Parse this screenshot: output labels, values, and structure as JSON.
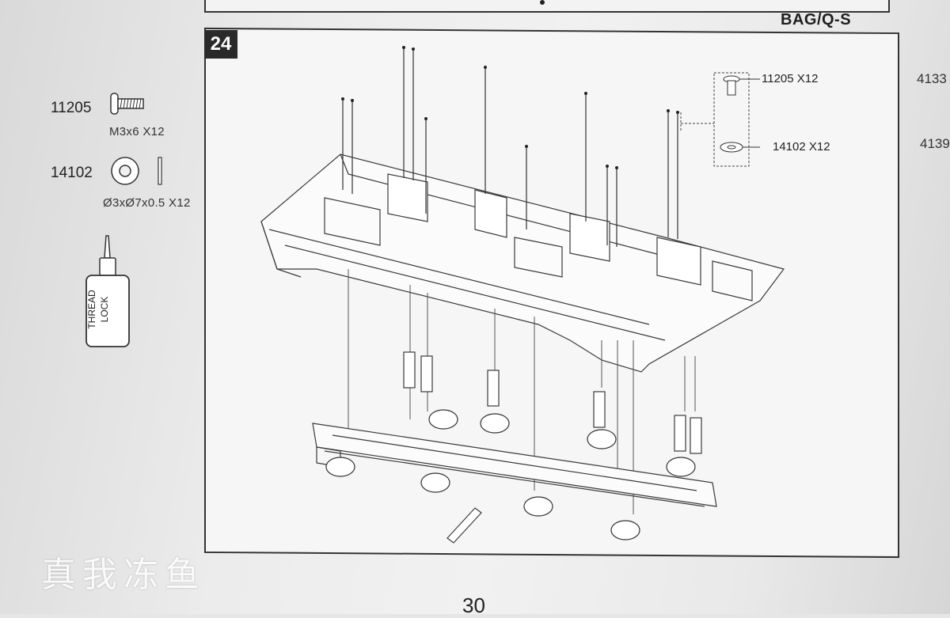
{
  "bag_label": "BAG/Q-S",
  "step_number": "24",
  "parts": [
    {
      "number": "11205",
      "desc": "M3x6 X12",
      "icon": "screw-icon"
    },
    {
      "number": "14102",
      "desc": "Ø3xØ7x0.5 X12",
      "icon": "washer-icon"
    }
  ],
  "threadlock_label_1": "THREAD",
  "threadlock_label_2": "LOCK",
  "callouts": [
    {
      "text": "11205 X12"
    },
    {
      "text": "14102 X12"
    }
  ],
  "right_edge_numbers": [
    "4133",
    "4139"
  ],
  "page_number": "30",
  "watermark": "真我冻鱼"
}
